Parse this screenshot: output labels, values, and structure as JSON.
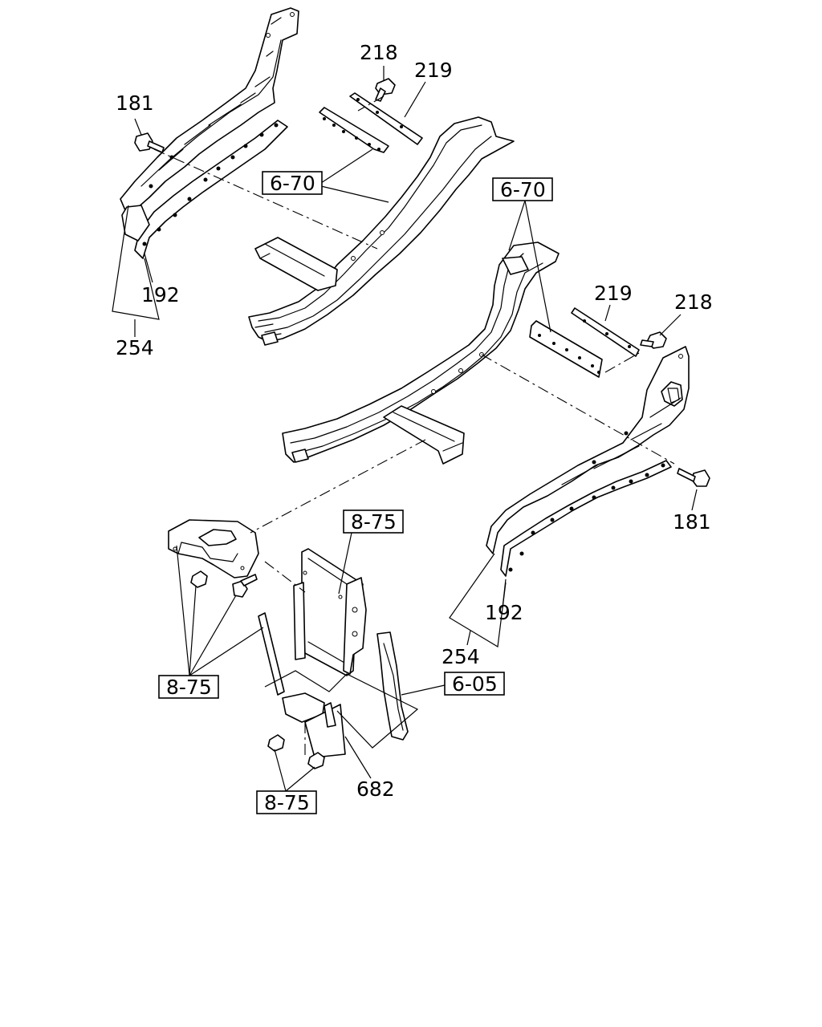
{
  "callouts": {
    "c218_top": "218",
    "c219_top": "219",
    "c181_left": "181",
    "c6_70_top": "6-70",
    "c192_left": "192",
    "c254_left": "254",
    "c6_70_right": "6-70",
    "c219_right": "219",
    "c218_right": "218",
    "c181_right": "181",
    "c8_75_mid": "8-75",
    "c192_right": "192",
    "c254_right": "254",
    "c6_05": "6-05",
    "c8_75_left": "8-75",
    "c682": "682",
    "c8_75_bottom": "8-75"
  }
}
